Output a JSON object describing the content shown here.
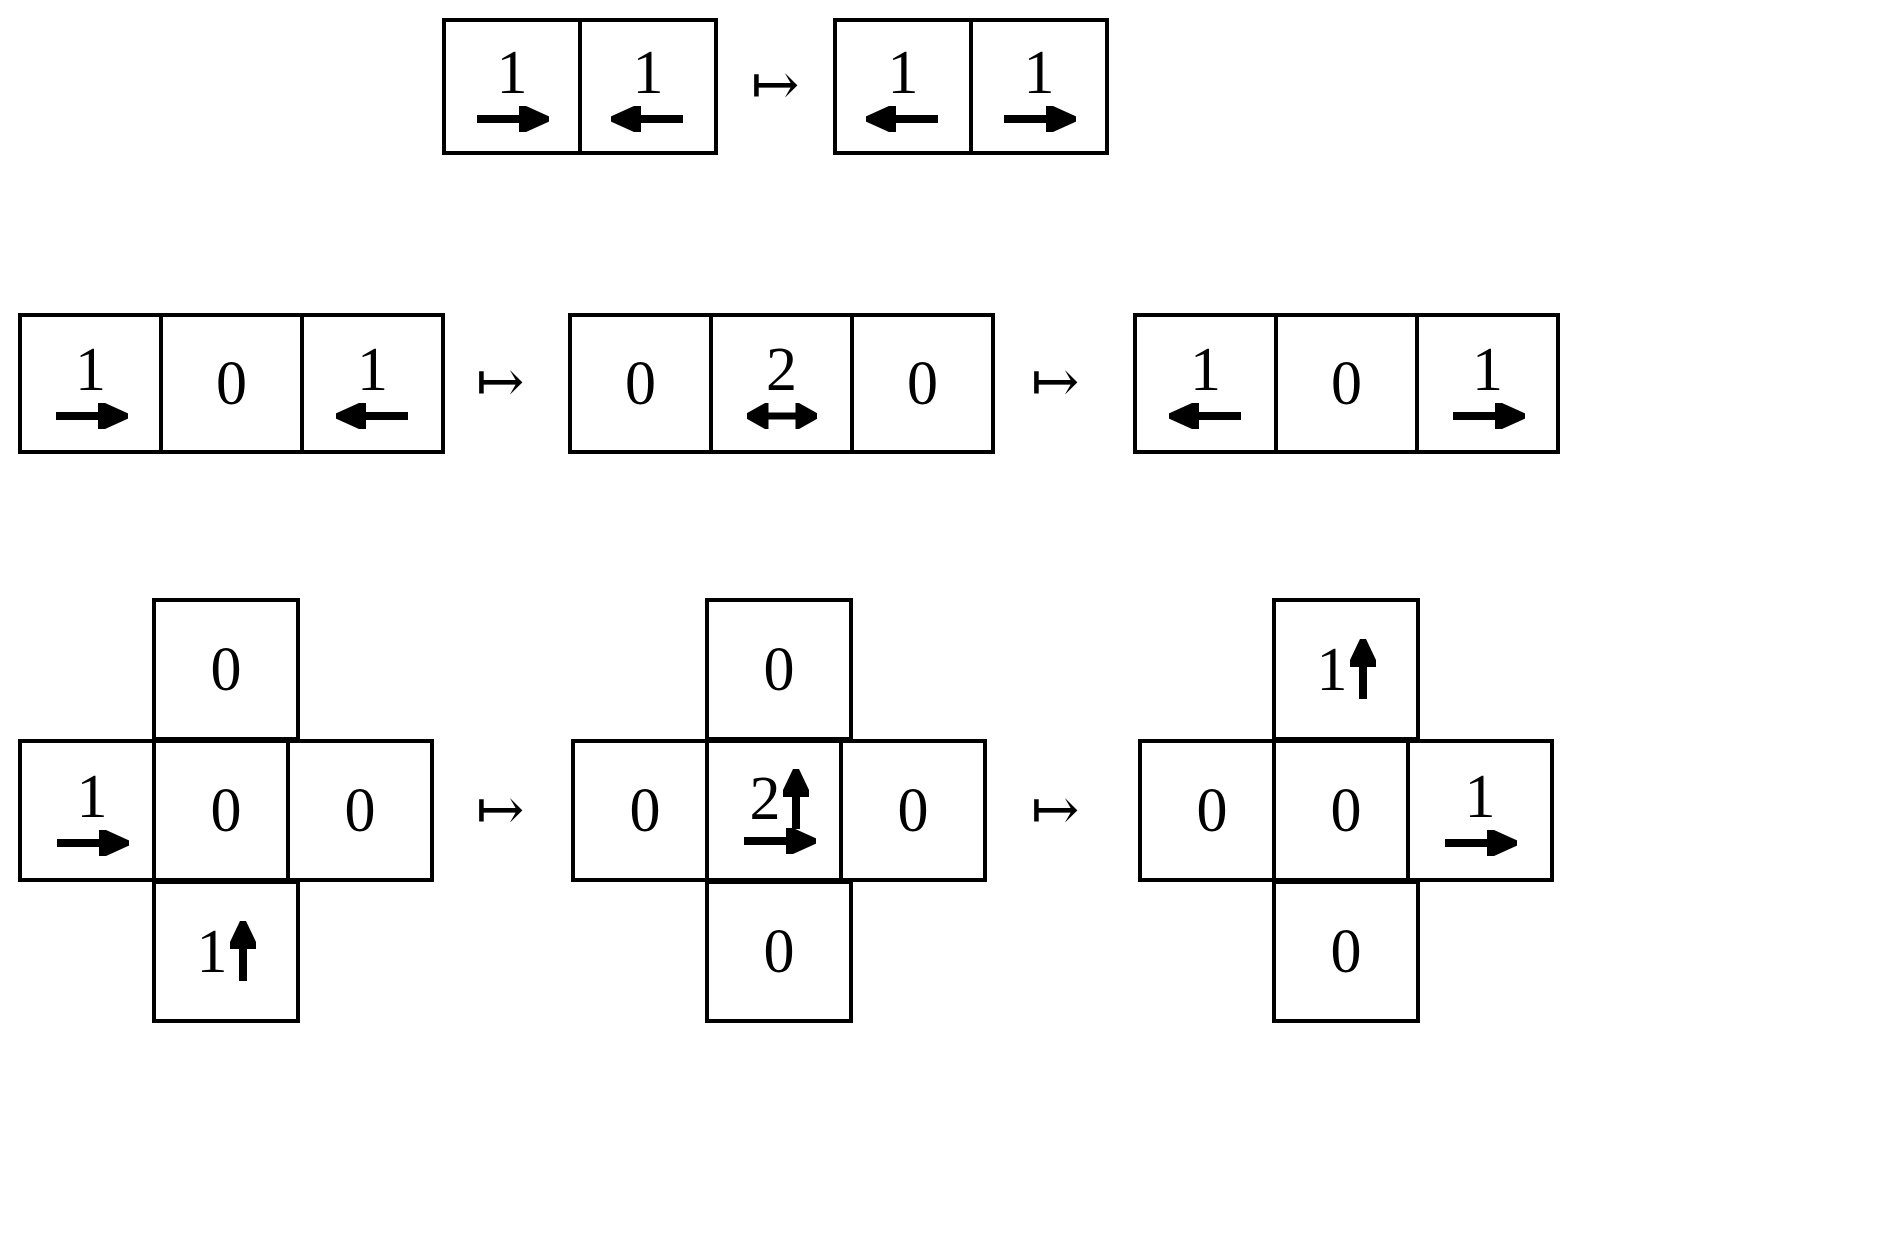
{
  "figure": {
    "title": "Lattice-gas / cellular-automaton collision rules",
    "mapsto_symbol": "↦",
    "ink_color": "#000000",
    "background_color": "#ffffff",
    "icons": {
      "arrow_right": "arrow-right-icon",
      "arrow_left": "arrow-left-icon",
      "arrow_up": "arrow-up-icon",
      "arrow_both": "arrow-left-right-icon"
    }
  },
  "rows": [
    {
      "id": "row-1",
      "name": "two-cell-head-on-collision",
      "panels": [
        {
          "id": "row1-panel-1",
          "shape": "strip",
          "cells": [
            {
              "value": "1",
              "arrow": "right",
              "arrow_position": "below"
            },
            {
              "value": "1",
              "arrow": "left",
              "arrow_position": "below"
            }
          ]
        },
        {
          "id": "row1-panel-2",
          "shape": "strip",
          "cells": [
            {
              "value": "1",
              "arrow": "left",
              "arrow_position": "below"
            },
            {
              "value": "1",
              "arrow": "right",
              "arrow_position": "below"
            }
          ]
        }
      ],
      "connectors": [
        "↦"
      ]
    },
    {
      "id": "row-2",
      "name": "three-cell-collision-via-merged-state",
      "panels": [
        {
          "id": "row2-panel-1",
          "shape": "strip",
          "cells": [
            {
              "value": "1",
              "arrow": "right",
              "arrow_position": "below"
            },
            {
              "value": "0",
              "arrow": "none",
              "arrow_position": "none"
            },
            {
              "value": "1",
              "arrow": "left",
              "arrow_position": "below"
            }
          ]
        },
        {
          "id": "row2-panel-2",
          "shape": "strip",
          "cells": [
            {
              "value": "0",
              "arrow": "none",
              "arrow_position": "none"
            },
            {
              "value": "2",
              "arrow": "both",
              "arrow_position": "below"
            },
            {
              "value": "0",
              "arrow": "none",
              "arrow_position": "none"
            }
          ]
        },
        {
          "id": "row2-panel-3",
          "shape": "strip",
          "cells": [
            {
              "value": "1",
              "arrow": "left",
              "arrow_position": "below"
            },
            {
              "value": "0",
              "arrow": "none",
              "arrow_position": "none"
            },
            {
              "value": "1",
              "arrow": "right",
              "arrow_position": "below"
            }
          ]
        }
      ],
      "connectors": [
        "↦",
        "↦"
      ]
    },
    {
      "id": "row-3",
      "name": "plus-shaped-perpendicular-collision",
      "panels": [
        {
          "id": "row3-panel-1",
          "shape": "plus",
          "cells": {
            "top": {
              "value": "0",
              "arrow": "none",
              "arrow_position": "none"
            },
            "left": {
              "value": "1",
              "arrow": "right",
              "arrow_position": "below"
            },
            "center": {
              "value": "0",
              "arrow": "none",
              "arrow_position": "none"
            },
            "right": {
              "value": "0",
              "arrow": "none",
              "arrow_position": "none"
            },
            "bottom": {
              "value": "1",
              "arrow": "up",
              "arrow_position": "inline-right"
            }
          }
        },
        {
          "id": "row3-panel-2",
          "shape": "plus",
          "cells": {
            "top": {
              "value": "0",
              "arrow": "none",
              "arrow_position": "none"
            },
            "left": {
              "value": "0",
              "arrow": "none",
              "arrow_position": "none"
            },
            "center": {
              "value": "2",
              "arrow": "up-and-right",
              "arrow_position": "inline-right-and-below"
            },
            "right": {
              "value": "0",
              "arrow": "none",
              "arrow_position": "none"
            },
            "bottom": {
              "value": "0",
              "arrow": "none",
              "arrow_position": "none"
            }
          }
        },
        {
          "id": "row3-panel-3",
          "shape": "plus",
          "cells": {
            "top": {
              "value": "1",
              "arrow": "up",
              "arrow_position": "inline-right"
            },
            "left": {
              "value": "0",
              "arrow": "none",
              "arrow_position": "none"
            },
            "center": {
              "value": "0",
              "arrow": "none",
              "arrow_position": "none"
            },
            "right": {
              "value": "1",
              "arrow": "right",
              "arrow_position": "below"
            },
            "bottom": {
              "value": "0",
              "arrow": "none",
              "arrow_position": "none"
            }
          }
        }
      ],
      "connectors": [
        "↦",
        "↦"
      ]
    }
  ]
}
